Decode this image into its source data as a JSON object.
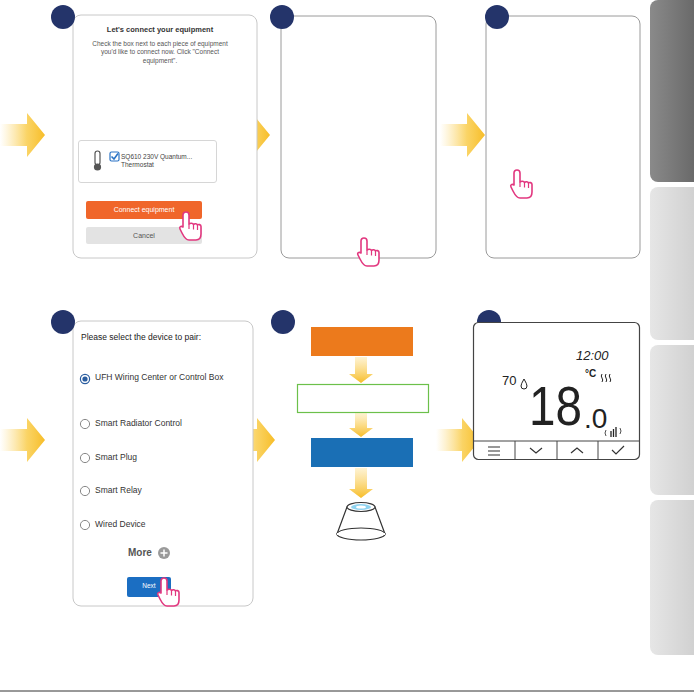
{
  "diagram": {
    "nodes": [
      {
        "text": [
          "Let's connect your equipment",
          "Check the box next to each piece of equipment you'd like to connect now. Click \"Connect equipment\"."
        ]
      },
      {
        "text": [
          "SQ610 230V Quantum... Thermostat"
        ],
        "in": 0
      },
      {
        "text": [
          "Connect equipment"
        ],
        "in": 0
      },
      {
        "text": [
          "Cancel"
        ],
        "in": 0
      },
      {
        "text": [
          "Please select the device to pair:",
          "UFH Wiring Center or Control Box",
          "Smart Radiator Control",
          "Smart Plug",
          "Smart Relay",
          "Wired Device",
          "More"
        ]
      },
      {
        "text": [
          "Next"
        ],
        "in": 4
      },
      {
        "text": [
          "70",
          "12:00",
          "°C",
          "18",
          ".0"
        ]
      }
    ]
  }
}
